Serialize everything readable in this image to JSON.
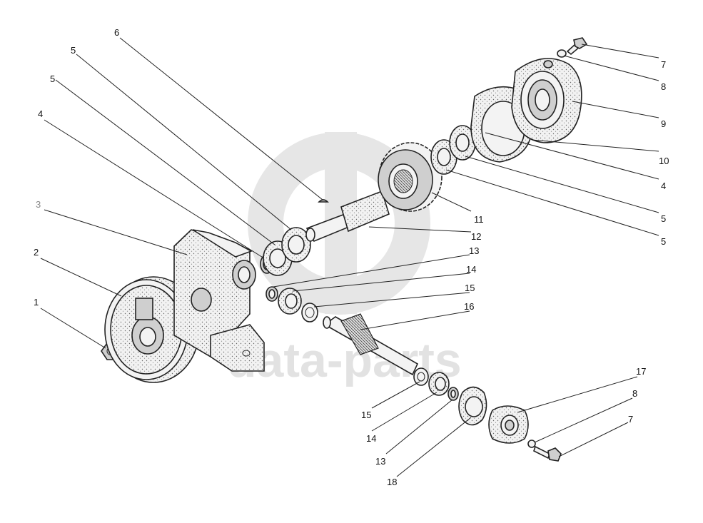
{
  "watermark": {
    "text": "data-parts"
  },
  "callouts": [
    {
      "id": "c1",
      "label": "1"
    },
    {
      "id": "c2",
      "label": "2"
    },
    {
      "id": "c3",
      "label": "3"
    },
    {
      "id": "c4a",
      "label": "4"
    },
    {
      "id": "c5a",
      "label": "5"
    },
    {
      "id": "c5b",
      "label": "5"
    },
    {
      "id": "c6",
      "label": "6"
    },
    {
      "id": "c7a",
      "label": "7"
    },
    {
      "id": "c8a",
      "label": "8"
    },
    {
      "id": "c9",
      "label": "9"
    },
    {
      "id": "c10",
      "label": "10"
    },
    {
      "id": "c4b",
      "label": "4"
    },
    {
      "id": "c5c",
      "label": "5"
    },
    {
      "id": "c5d",
      "label": "5"
    },
    {
      "id": "c11",
      "label": "11"
    },
    {
      "id": "c12",
      "label": "12"
    },
    {
      "id": "c13a",
      "label": "13"
    },
    {
      "id": "c14a",
      "label": "14"
    },
    {
      "id": "c15a",
      "label": "15"
    },
    {
      "id": "c16",
      "label": "16"
    },
    {
      "id": "c17",
      "label": "17"
    },
    {
      "id": "c8b",
      "label": "8"
    },
    {
      "id": "c7b",
      "label": "7"
    },
    {
      "id": "c15b",
      "label": "15"
    },
    {
      "id": "c14b",
      "label": "14"
    },
    {
      "id": "c13b",
      "label": "13"
    },
    {
      "id": "c18",
      "label": "18"
    }
  ]
}
